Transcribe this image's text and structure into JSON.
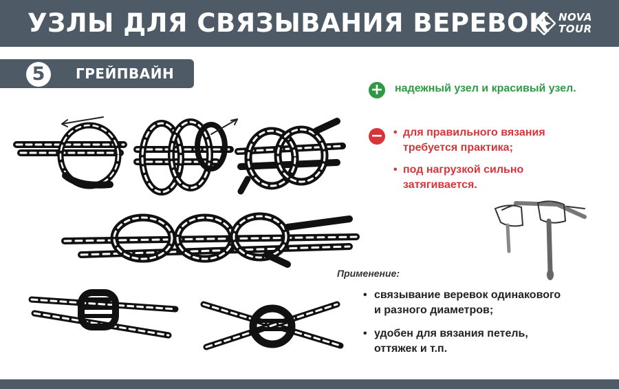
{
  "header": {
    "title": "УЗЛЫ ДЛЯ СВЯЗЫВАНИЯ ВЕРЕВОК",
    "logo_line1": "NOVA",
    "logo_line2": "TOUR",
    "color": "#4e5b67"
  },
  "knot": {
    "number": "5",
    "name": "ГРЕЙПВАЙН"
  },
  "pros": {
    "icon": "plus-icon",
    "color": "#2f9a45",
    "text": "надежный узел и красивый узел."
  },
  "cons": {
    "icon": "minus-icon",
    "color": "#d8353b",
    "items": [
      {
        "line1": "для правильного вязания",
        "line2": "требуется практика;"
      },
      {
        "line1": "под нагрузкой сильно",
        "line2": "затягивается."
      }
    ]
  },
  "application": {
    "label": "Применение:",
    "items": [
      {
        "line1": "связывание веревок одинакового",
        "line2": "и разного диаметров;"
      },
      {
        "line1": "удобен для вязания петель,",
        "line2": "оттяжек и т.п."
      }
    ]
  },
  "bullet": "•"
}
